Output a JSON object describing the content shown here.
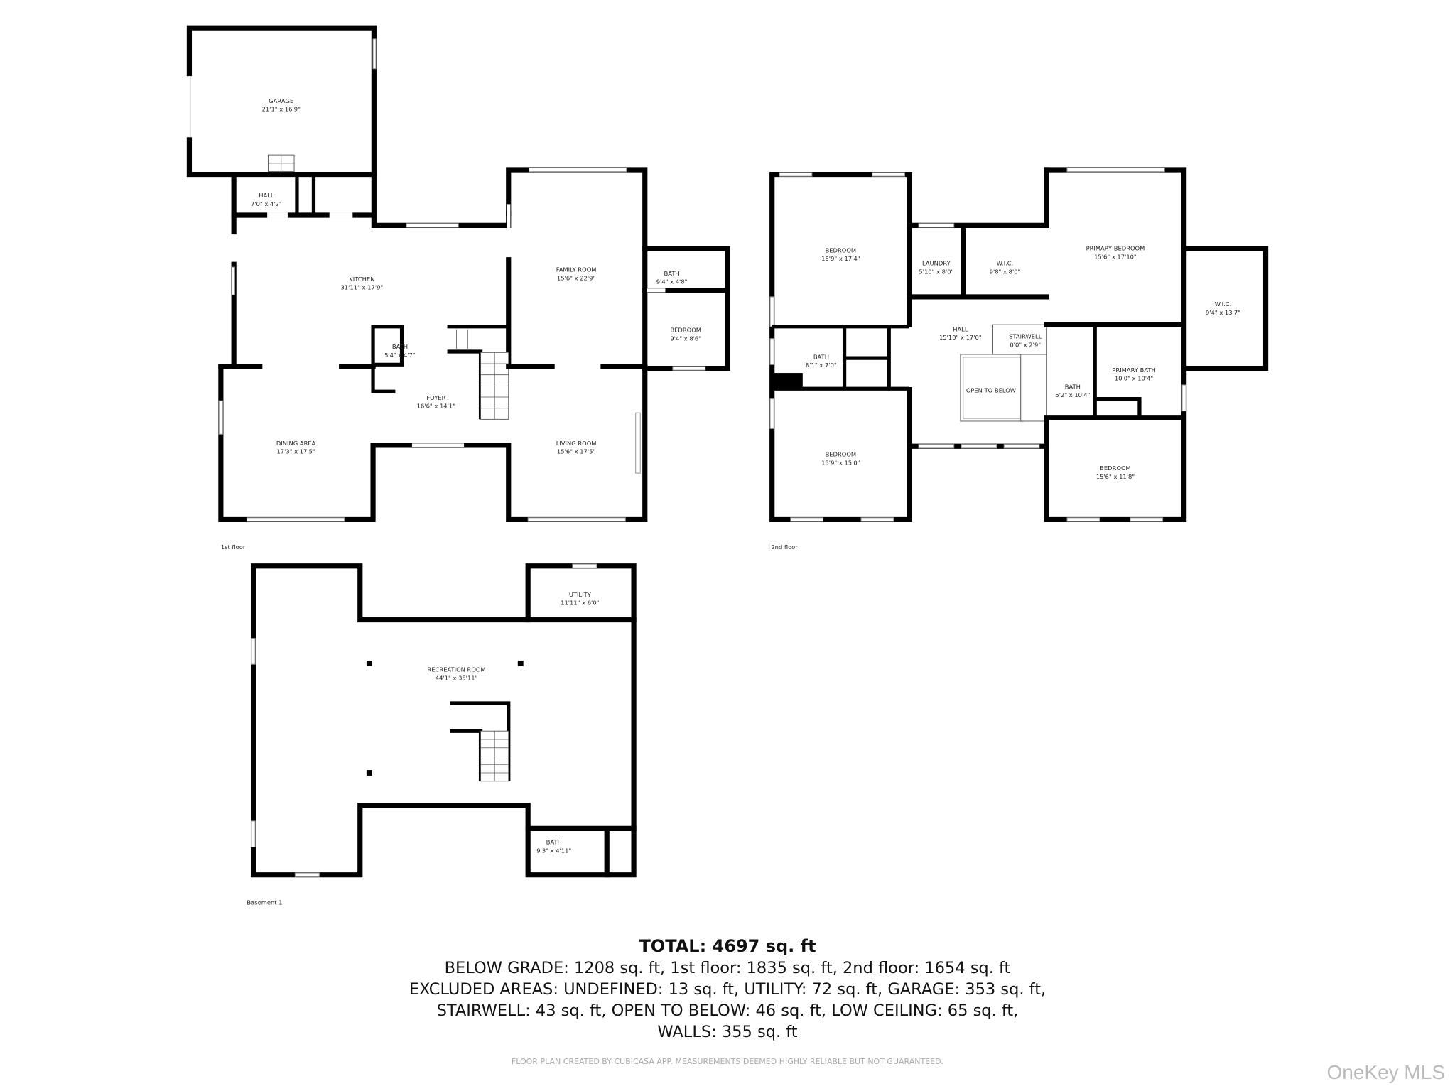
{
  "floors": [
    {
      "label": "1st floor",
      "rooms": [
        {
          "name": "GARAGE",
          "size": "21'1\" x 16'9\""
        },
        {
          "name": "HALL",
          "size": "7'0\" x 4'2\""
        },
        {
          "name": "KITCHEN",
          "size": "31'11\" x 17'9\""
        },
        {
          "name": "FAMILY ROOM",
          "size": "15'6\" x 22'9\""
        },
        {
          "name": "BATH",
          "size": "9'4\" x 4'8\""
        },
        {
          "name": "BEDROOM",
          "size": "9'4\" x 8'6\""
        },
        {
          "name": "BATH",
          "size": "5'4\" x 4'7\""
        },
        {
          "name": "FOYER",
          "size": "16'6\" x 14'1\""
        },
        {
          "name": "DINING AREA",
          "size": "17'3\" x 17'5\""
        },
        {
          "name": "LIVING ROOM",
          "size": "15'6\" x 17'5\""
        }
      ]
    },
    {
      "label": "2nd floor",
      "rooms": [
        {
          "name": "BEDROOM",
          "size": "15'9\" x 17'4\""
        },
        {
          "name": "LAUNDRY",
          "size": "5'10\" x 8'0\""
        },
        {
          "name": "W.I.C.",
          "size": "9'8\" x 8'0\""
        },
        {
          "name": "PRIMARY BEDROOM",
          "size": "15'6\" x 17'10\""
        },
        {
          "name": "W.I.C.",
          "size": "9'4\" x 13'7\""
        },
        {
          "name": "BATH",
          "size": "8'1\" x 7'0\""
        },
        {
          "name": "HALL",
          "size": "15'10\" x 17'0\""
        },
        {
          "name": "STAIRWELL",
          "size": "0'0\" x 2'9\""
        },
        {
          "name": "OPEN TO BELOW",
          "size": ""
        },
        {
          "name": "BATH",
          "size": "5'2\" x 10'4\""
        },
        {
          "name": "PRIMARY BATH",
          "size": "10'0\" x 10'4\""
        },
        {
          "name": "BEDROOM",
          "size": "15'9\" x 15'0\""
        },
        {
          "name": "BEDROOM",
          "size": "15'6\" x 11'8\""
        }
      ]
    },
    {
      "label": "Basement 1",
      "rooms": [
        {
          "name": "UTILITY",
          "size": "11'11\" x 6'0\""
        },
        {
          "name": "RECREATION ROOM",
          "size": "44'1\" x 35'11\""
        },
        {
          "name": "BATH",
          "size": "9'3\" x 4'11\""
        }
      ]
    }
  ],
  "summary": {
    "total": "TOTAL: 4697 sq. ft",
    "line1": "BELOW GRADE: 1208 sq. ft, 1st floor: 1835 sq. ft, 2nd floor: 1654 sq. ft",
    "line2": "EXCLUDED AREAS: UNDEFINED: 13 sq. ft, UTILITY: 72 sq. ft, GARAGE: 353 sq. ft,",
    "line3": "STAIRWELL: 43 sq. ft, OPEN TO BELOW: 46 sq. ft, LOW CEILING: 65 sq. ft,",
    "line4": "WALLS: 355 sq. ft"
  },
  "footer": "FLOOR PLAN CREATED BY CUBICASA APP. MEASUREMENTS DEEMED HIGHLY RELIABLE BUT NOT GUARANTEED.",
  "brand": "OneKey MLS"
}
